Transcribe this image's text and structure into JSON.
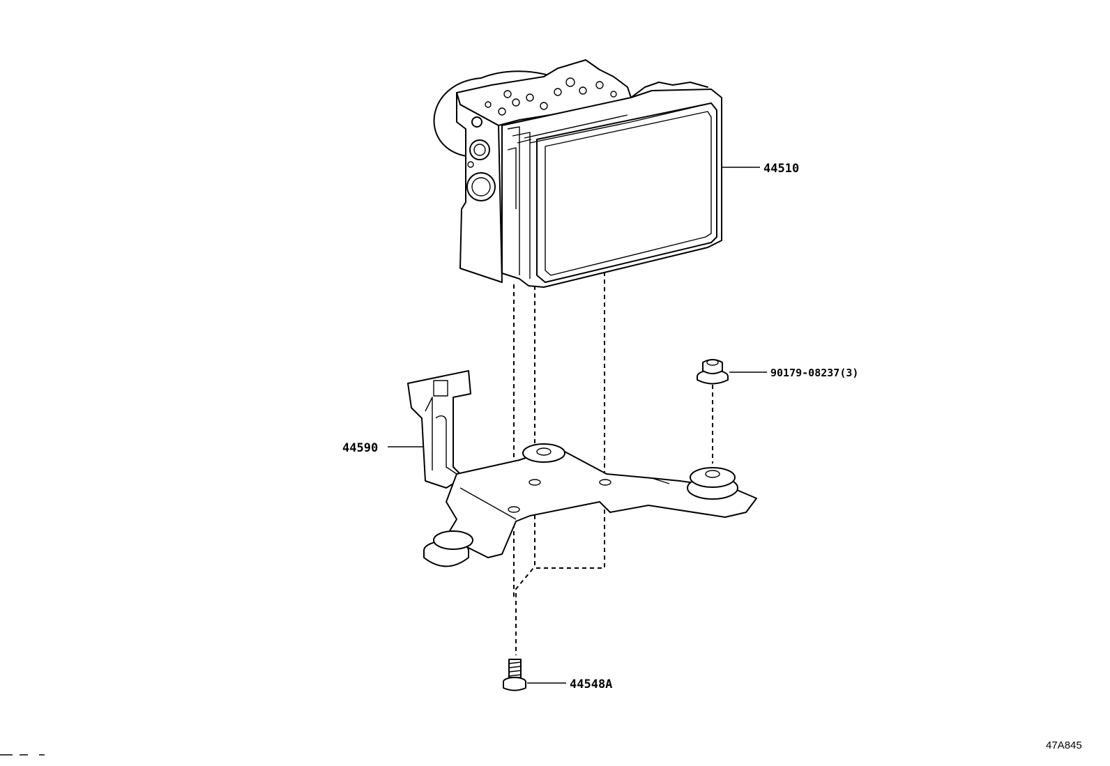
{
  "callouts": {
    "actuator": "44510",
    "bracket": "44590",
    "nut": "90179-08237(3)",
    "bolt": "44548A"
  },
  "illustration_ref": "47A845",
  "parts": [
    "actuator-assembly",
    "actuator-bracket",
    "mount-nut",
    "mount-bolt"
  ]
}
